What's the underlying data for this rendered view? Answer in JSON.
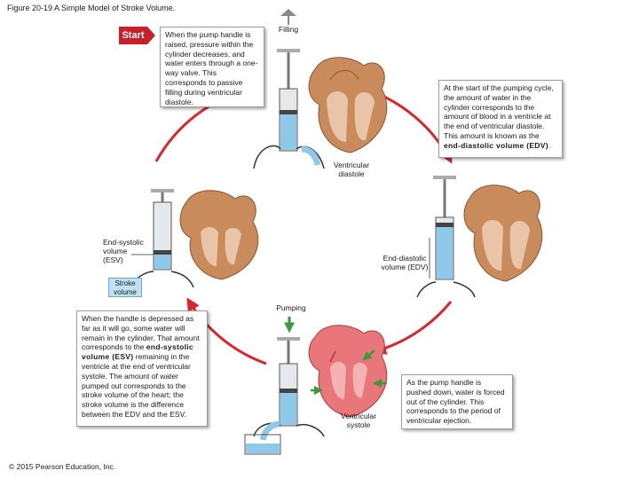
{
  "title": "Figure 20-19 A Simple Model of Stroke Volume.",
  "start_label": "Start",
  "text_start": "When the pump handle is raised, pressure within the cylinder decreases, and water enters through a one-way valve. This corresponds to passive filling during ventricular diastole.",
  "label_filling": "Filling",
  "text_edv_1": "At the start of the pumping cycle, the amount of water in the cylinder corresponds to the amount of blood in a ventricle at the end of ventricular diastole. This amount is known as the ",
  "text_edv_term": "end-diastolic volume (EDV)",
  "text_edv_2": ".",
  "label_vd_1": "Ventricular",
  "label_vd_2": "diastole",
  "label_esv_1": "End-systolic",
  "label_esv_2": "volume",
  "label_esv_3": "(ESV)",
  "label_edv_1": "End-diastolic",
  "label_edv_2": "volume (EDV)",
  "label_sv_1": "Stroke",
  "label_sv_2": "volume",
  "label_pumping": "Pumping",
  "text_esv_1": "When the handle is depressed as far as it will go, some water will remain in the cylinder. That amount corresponds to the ",
  "text_esv_term": "end-systolic volume (ESV)",
  "text_esv_2": " remaining in the ventricle at the end of ventricular systole. The amount of water pumped out corresponds to the stroke volume of the heart; the stroke volume is the difference between the EDV and the ESV.",
  "label_vs_1": "Ventricular",
  "label_vs_2": "systole",
  "text_systole": "As the pump handle is pushed down, water is forced out of the cylinder. This corresponds to the period of ventricular ejection.",
  "copyright": "© 2015 Pearson Education, Inc.",
  "colors": {
    "cycle_arrow": "#d8262e",
    "water": "#8ec9ea",
    "heart_wall": "#c98a5c",
    "heart_systole": "#e8767a",
    "green_arrow": "#3c9a3c"
  }
}
